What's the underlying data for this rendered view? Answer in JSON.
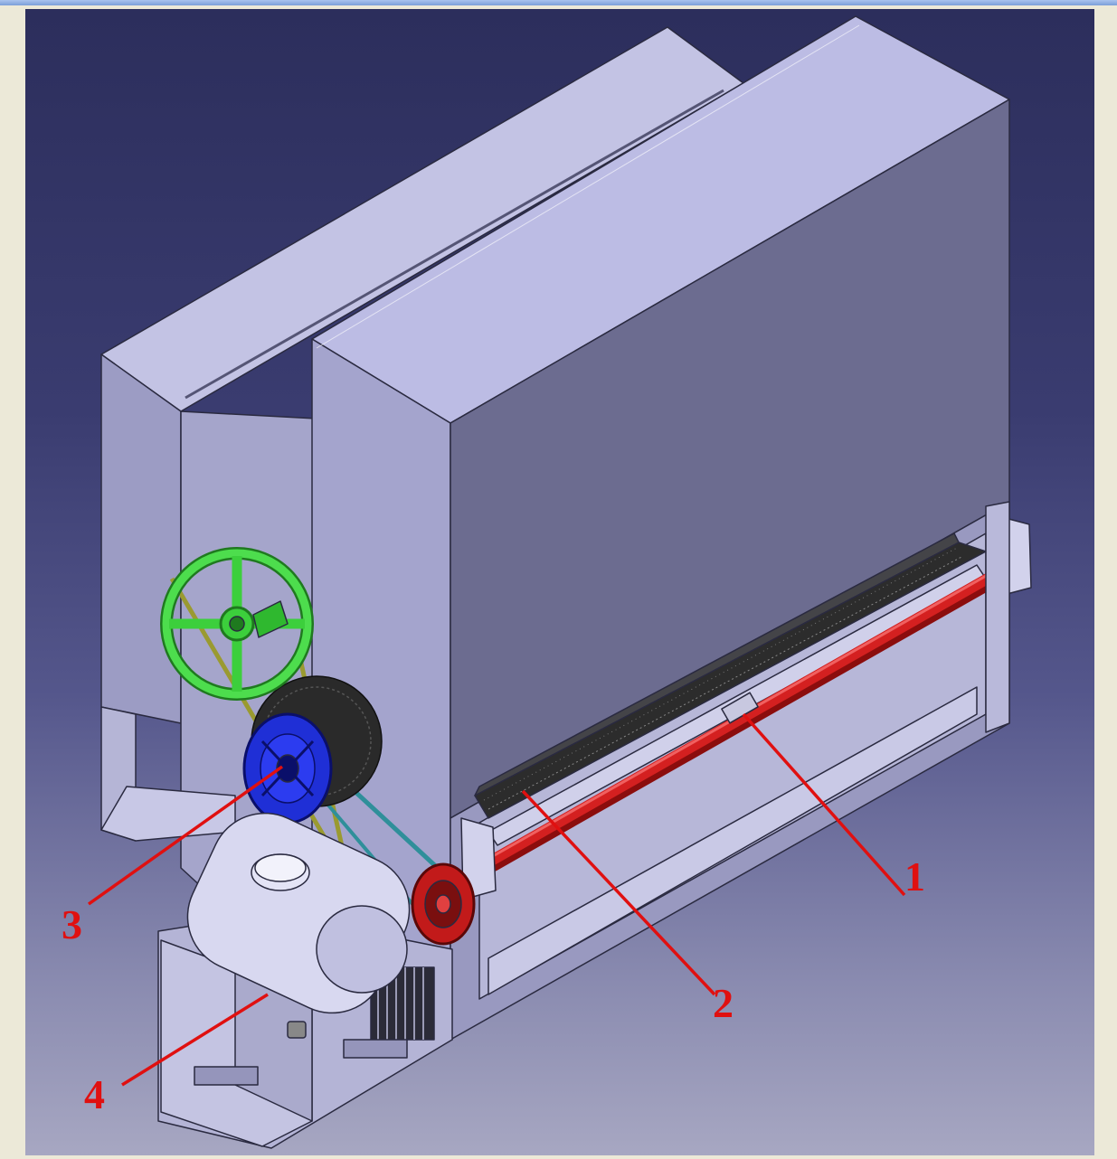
{
  "callouts": {
    "c1": "1",
    "c2": "2",
    "c3": "3",
    "c4": "4"
  },
  "colors": {
    "background_top": "#2c2e5c",
    "background_bottom": "#a7a7c2",
    "housing": "#bdbde0",
    "pulley_large": "#3ccf3c",
    "pulley_blue": "#1f2fd6",
    "pulley_red": "#c21a1a",
    "rod": "#d41f1f",
    "callout": "#e01010"
  }
}
